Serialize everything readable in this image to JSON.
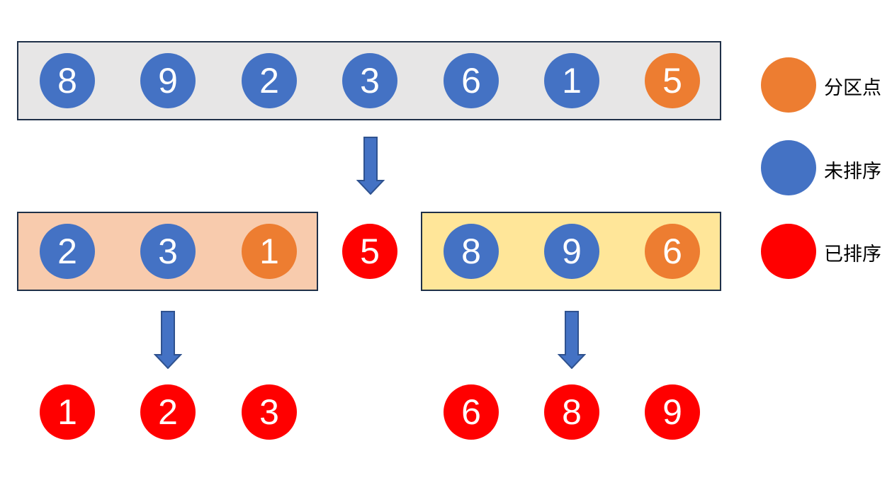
{
  "colors": {
    "unsorted": "#4472c4",
    "pivot": "#ed7d31",
    "sorted": "#ff0000",
    "box_gray": "#e7e6e6",
    "box_peach": "#f8cbad",
    "box_yellow": "#ffe699",
    "arrow": "#4472c4"
  },
  "row1": [
    "8",
    "9",
    "2",
    "3",
    "6",
    "1",
    "5"
  ],
  "left_group": [
    "2",
    "3",
    "1"
  ],
  "middle": "5",
  "right_group": [
    "8",
    "9",
    "6"
  ],
  "result_left": [
    "1",
    "2",
    "3"
  ],
  "result_right": [
    "6",
    "8",
    "9"
  ],
  "legend": {
    "pivot": "分区点",
    "unsorted": "未排序",
    "sorted": "已排序"
  }
}
